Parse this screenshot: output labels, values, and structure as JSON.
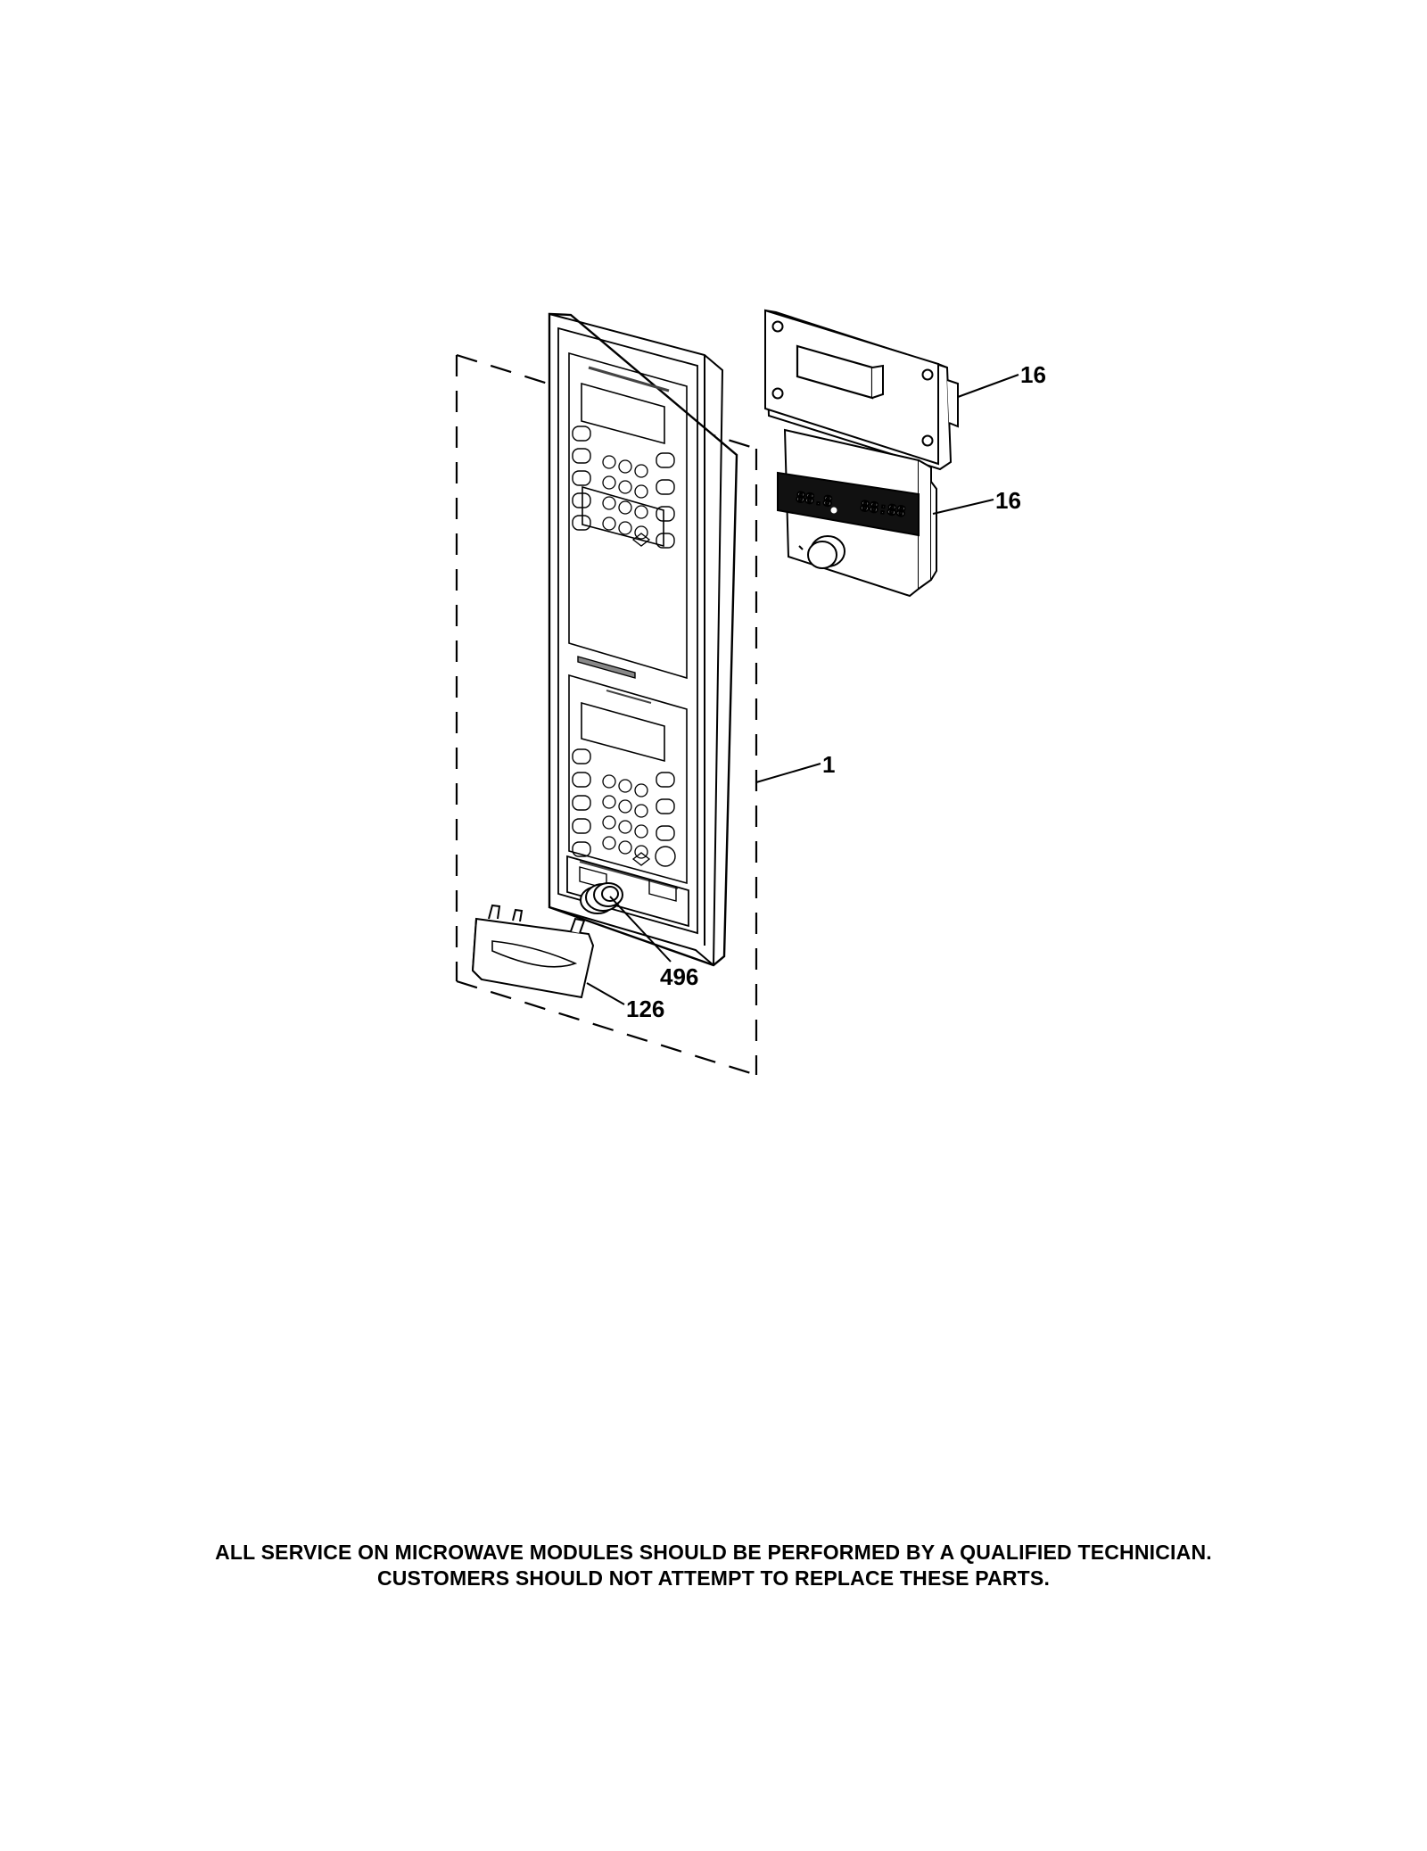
{
  "callouts": {
    "board_upper": "16",
    "board_lower": "16",
    "control_panel": "1",
    "knob": "496",
    "handle": "126"
  },
  "notice": {
    "line1": "ALL SERVICE ON MICROWAVE MODULES SHOULD BE PERFORMED BY A QUALIFIED TECHNICIAN.",
    "line2": "CUSTOMERS SHOULD NOT ATTEMPT TO REPLACE THESE PARTS."
  },
  "display_readout": {
    "left": "88.8",
    "right": "88:88"
  }
}
